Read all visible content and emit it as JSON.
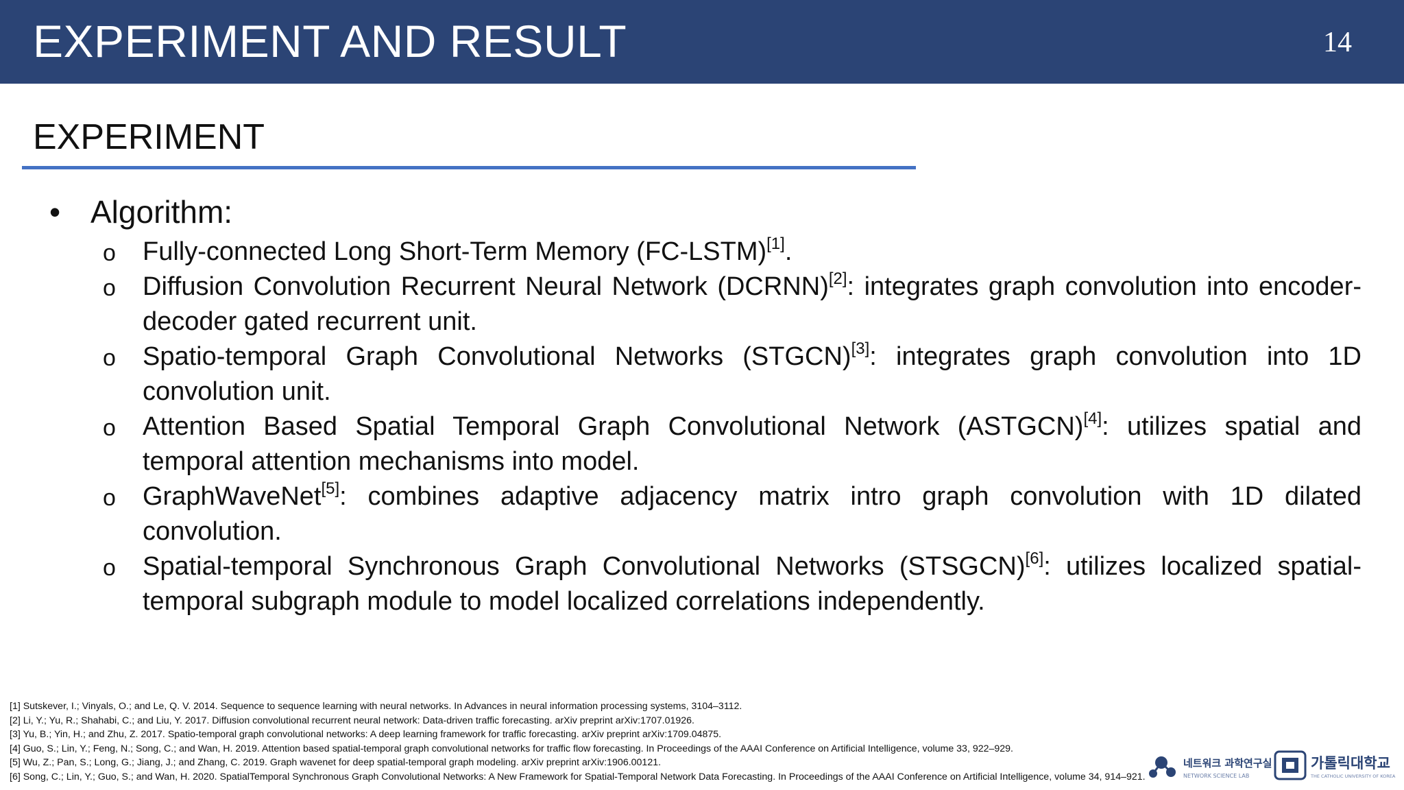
{
  "header": {
    "title": "EXPERIMENT AND RESULT",
    "page_number": "14"
  },
  "section": {
    "title": "EXPERIMENT"
  },
  "content": {
    "main_bullet": "Algorithm:",
    "items": [
      {
        "pre": "Fully-connected  Long Short-Term Memory (FC-LSTM)",
        "ref": "[1]",
        "post": "."
      },
      {
        "pre": "Diffusion Convolution Recurrent Neural Network (DCRNN)",
        "ref": "[2]",
        "post": ": integrates graph convolution into encoder-decoder gated recurrent unit."
      },
      {
        "pre": "Spatio-temporal Graph Convolutional Networks (STGCN)",
        "ref": "[3]",
        "post": ": integrates graph convolution into 1D convolution unit."
      },
      {
        "pre": "Attention Based Spatial Temporal Graph Convolutional Network (ASTGCN)",
        "ref": "[4]",
        "post": ": utilizes spatial and temporal attention mechanisms into model."
      },
      {
        "pre": "GraphWaveNet",
        "ref": "[5]",
        "post": ": combines adaptive adjacency matrix intro graph convolution with 1D dilated convolution."
      },
      {
        "pre": "Spatial-temporal Synchronous Graph Convolutional Networks (STSGCN)",
        "ref": "[6]",
        "post": ": utilizes localized spatial-temporal subgraph module to model localized correlations independently."
      }
    ]
  },
  "references": [
    "[1] Sutskever, I.; Vinyals, O.; and Le, Q. V. 2014. Sequence to sequence learning with neural networks. In Advances in neural information processing systems, 3104–3112.",
    "[2] Li, Y.; Yu, R.; Shahabi, C.; and Liu, Y. 2017. Diffusion convolutional recurrent neural network: Data-driven traffic forecasting. arXiv preprint arXiv:1707.01926.",
    "[3] Yu, B.; Yin, H.; and Zhu, Z. 2017. Spatio-temporal graph convolutional networks: A deep learning framework for traffic forecasting. arXiv preprint arXiv:1709.04875.",
    "[4] Guo, S.; Lin, Y.; Feng, N.; Song, C.; and Wan, H. 2019. Attention based spatial-temporal graph convolutional networks for traffic flow forecasting. In Proceedings of the AAAI Conference on Artificial Intelligence, volume 33, 922–929.",
    "[5] Wu, Z.; Pan, S.; Long, G.; Jiang, J.; and Zhang, C. 2019. Graph wavenet for deep spatial-temporal graph modeling. arXiv preprint arXiv:1906.00121.",
    "[6] Song, C.; Lin, Y.; Guo, S.; and Wan, H. 2020. SpatialTemporal Synchronous Graph Convolutional Networks: A New Framework for Spatial-Temporal Network Data Forecasting. In Proceedings of the AAAI Conference on Artificial Intelligence, volume 34, 914–921."
  ],
  "logos": {
    "lab_name": "네트워크 과학연구실",
    "lab_sub": "NETWORK SCIENCE LAB",
    "university_name": "가톨릭대학교",
    "university_sub": "THE CATHOLIC UNIVERSITY OF KOREA"
  },
  "colors": {
    "header_bg": "#2b4475",
    "rule": "#4472c4"
  }
}
